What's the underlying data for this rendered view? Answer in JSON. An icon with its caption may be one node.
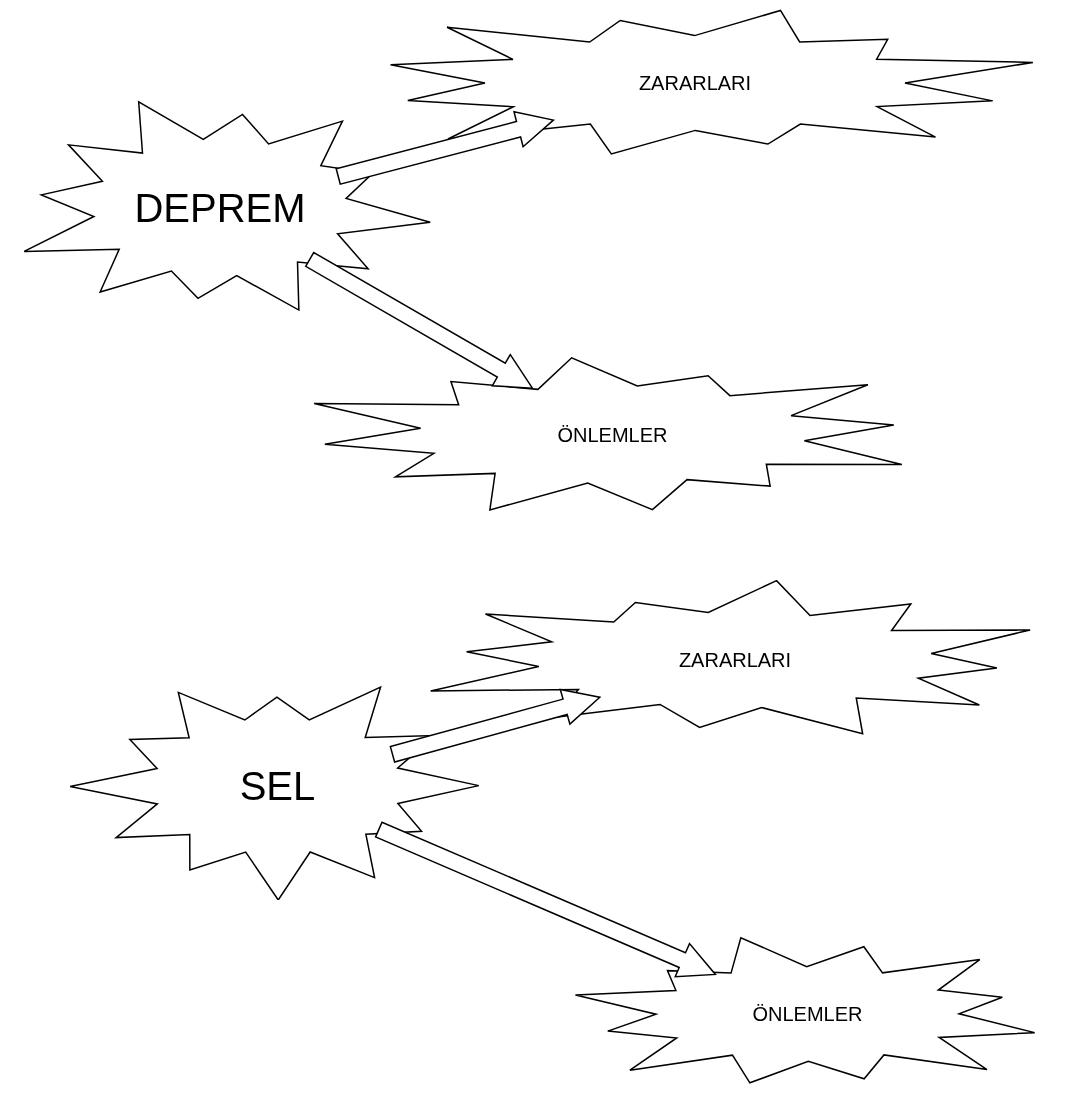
{
  "diagram": {
    "nodes": [
      {
        "text": [
          "DEPREM"
        ]
      },
      {
        "text": [
          "ZARARLARI"
        ]
      },
      {
        "text": [
          "ÖNLEMLER"
        ]
      },
      {
        "text": [
          "SEL"
        ]
      },
      {
        "text": [
          "ZARARLARI"
        ]
      },
      {
        "text": [
          "ÖNLEMLER"
        ]
      }
    ],
    "edges": [
      {
        "from": 0,
        "to": 1,
        "arrow": "to",
        "style": "thick"
      },
      {
        "from": 0,
        "to": 2,
        "arrow": "to",
        "style": "thick"
      },
      {
        "from": 3,
        "to": 4,
        "arrow": "to",
        "style": "thick"
      },
      {
        "from": 3,
        "to": 5,
        "arrow": "to",
        "style": "thick"
      }
    ]
  }
}
